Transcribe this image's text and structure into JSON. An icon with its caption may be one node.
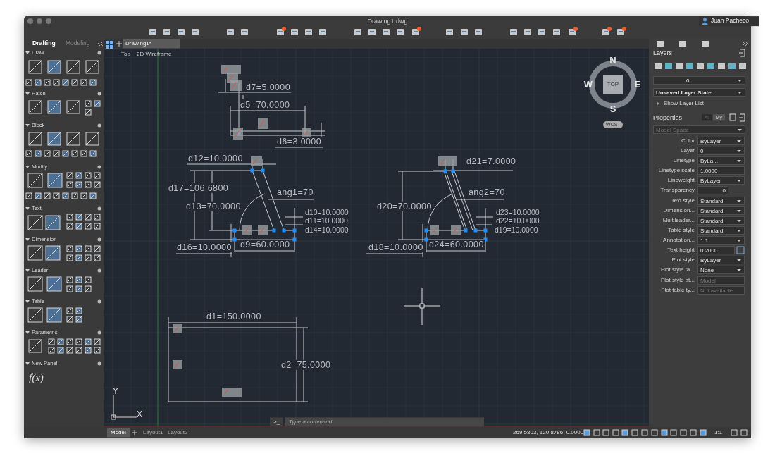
{
  "diagram": {
    "title": "Drawing1.dwg",
    "labels": [
      "Juan Pacheco",
      "Drafting",
      "Modeling",
      "Drawing1*",
      "Top",
      "2D Wireframe",
      "Draw",
      "Hatch",
      "Block",
      "Modify",
      "Text",
      "Dimension",
      "Leader",
      "Table",
      "Parametric",
      "New Panel",
      "N",
      "W",
      "TOP",
      "E",
      "S",
      "WCS",
      "Layers",
      "0",
      "Unsaved Layer State",
      "Show Layer List",
      "Properties",
      "All",
      "My",
      "Model Space",
      "Color",
      "ByLayer",
      "Layer",
      "0",
      "Linetype",
      "ByLa...",
      "Linetype scale",
      "1.0000",
      "Lineweight",
      "ByLayer",
      "Transparency",
      "0",
      "Text style",
      "Standard",
      "Dimension...",
      "Standard",
      "Multileader...",
      "Standard",
      "Table style",
      "Standard",
      "Annotation...",
      "1:1",
      "Text height",
      "0.2000",
      "Plot style",
      "ByLayer",
      "Plot style ta...",
      "None",
      "Plot style at...",
      "Model",
      "Plot table ty...",
      "Not available",
      "d7=5.0000",
      "d5=70.0000",
      "d6=3.0000",
      "d12=10.0000",
      "d17=106.6800",
      "ang1=70",
      "d13=70.0000",
      "d10=10.0000",
      "d11=10.0000",
      "d14=10.0000",
      "d16=10.0000",
      "d9=60.0000",
      "d21=7.0000",
      "ang2=70",
      "d20=70.0000",
      "d23=10.0000",
      "d22=10.0000",
      "d19=10.0000",
      "d18=10.0000",
      "d24=60.0000",
      "d1=150.0000",
      "d2=75.0000",
      "Y",
      "X",
      ">_",
      "Type a command",
      "Model",
      "Layout1",
      "Layout2",
      "269.5803, 120.8786, 0.0000",
      "1:1",
      "f(x)"
    ]
  }
}
